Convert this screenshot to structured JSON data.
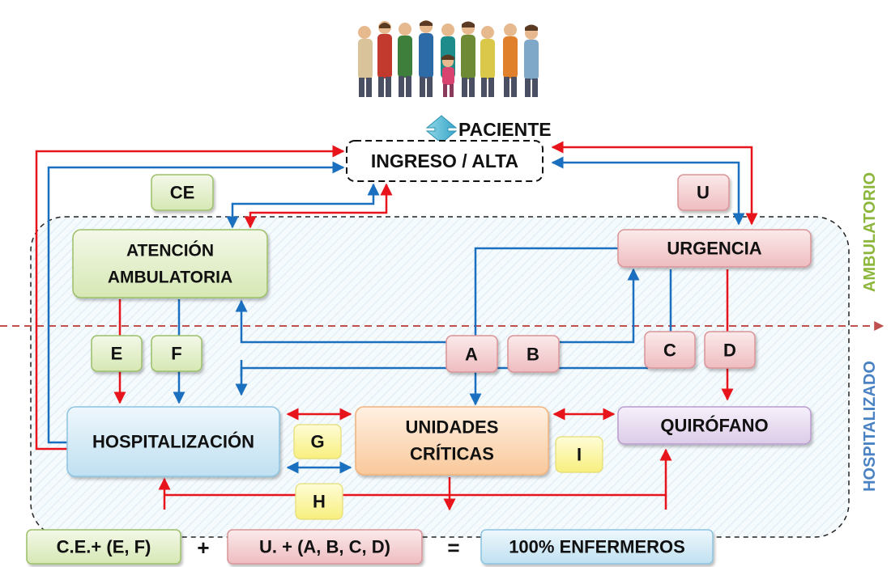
{
  "header": {
    "people_image": "people-group-illustration",
    "patient_label": "PACIENTE"
  },
  "nodes": {
    "ingreso_alta": "INGRESO / ALTA",
    "atencion_line1": "ATENCIÓN",
    "atencion_line2": "AMBULATORIA",
    "urgencia": "URGENCIA",
    "hospitalizacion": "HOSPITALIZACIÓN",
    "unidades_line1": "UNIDADES",
    "unidades_line2": "CRÍTICAS",
    "quirofano": "QUIRÓFANO"
  },
  "tags": {
    "ce": "CE",
    "u": "U",
    "a": "A",
    "b": "B",
    "c": "C",
    "d": "D",
    "e": "E",
    "f": "F",
    "g": "G",
    "h": "H",
    "i": "I"
  },
  "zones": {
    "ambulatorio": "AMBULATORIO",
    "hospitalizado": "HOSPITALIZADO"
  },
  "formula": {
    "term1": "C.E.+ (E, F)",
    "plus": "+",
    "term2": "U. + (A, B, C, D)",
    "equals": "=",
    "result": "100% ENFERMEROS"
  },
  "colors": {
    "red_flow": "#e8141b",
    "blue_flow": "#1a6fbf",
    "ambulatorio": "#8db63c",
    "hospitalizado": "#4a82c3",
    "green_box": "#e8f1d4",
    "pink_box": "#f5d4d6",
    "blue_box": "#d2e9f5",
    "orange_box": "#fcdcbd",
    "purple_box": "#e7dbef",
    "yellow_box": "#fbf7a6"
  }
}
